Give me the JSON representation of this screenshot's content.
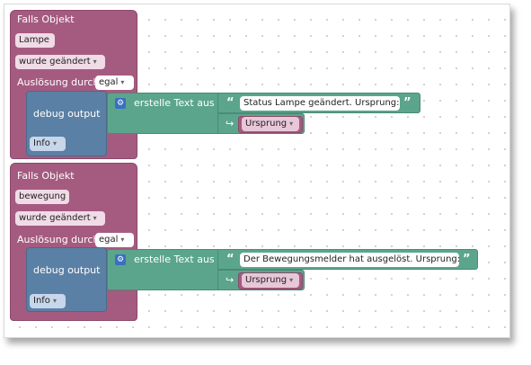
{
  "blocks": [
    {
      "hat_title": "Falls Objekt",
      "object_value": "Lampe",
      "trigger_value": "wurde geändert",
      "trigger_label": "Auslösung durch",
      "trigger_by_value": "egal",
      "debug_label": "debug output",
      "level_value": "Info",
      "create_text_label": "erstelle Text aus",
      "text_value": "Status Lampe geändert. Ursprung:",
      "origin_value": "Ursprung"
    },
    {
      "hat_title": "Falls Objekt",
      "object_value": "bewegung",
      "trigger_value": "wurde geändert",
      "trigger_label": "Auslösung durch",
      "trigger_by_value": "egal",
      "debug_label": "debug output",
      "level_value": "Info",
      "create_text_label": "erstelle Text aus",
      "text_value": "Der Bewegungsmelder hat ausgelöst. Ursprung:",
      "origin_value": "Ursprung"
    }
  ],
  "icons": {
    "dropdown": "▾",
    "gear": "⚙",
    "quote_open": "“",
    "quote_close": "”",
    "return_arrow": "↪"
  },
  "colors": {
    "event_block": "#a55b80",
    "debug_block": "#5b80a5",
    "text_block": "#5ba58c",
    "mutator_icon": "#3a6fc4"
  }
}
